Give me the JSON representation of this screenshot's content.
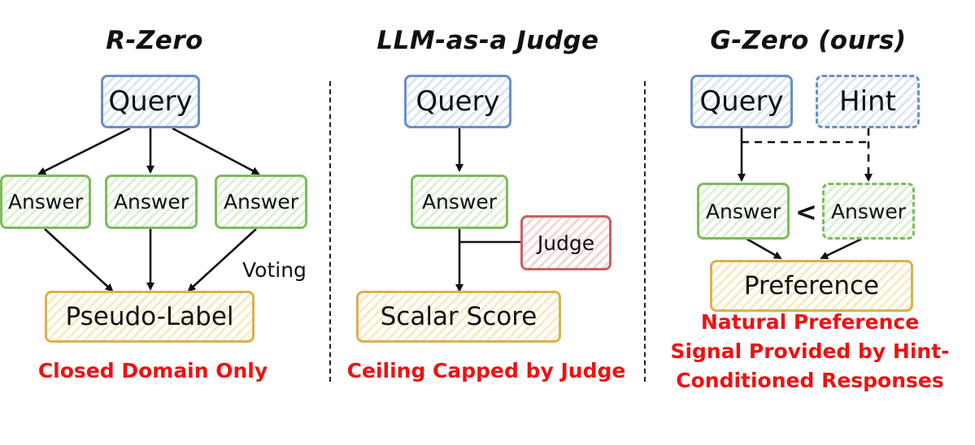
{
  "panels": {
    "r_zero": {
      "title": "R-Zero",
      "query": "Query",
      "answers": [
        "Answer",
        "Answer",
        "Answer"
      ],
      "voting": "Voting",
      "pseudo_label": "Pseudo-Label",
      "caption": "Closed Domain Only"
    },
    "judge": {
      "title": "LLM-as-a Judge",
      "query": "Query",
      "answer": "Answer",
      "judge": "Judge",
      "score": "Scalar Score",
      "caption": "Ceiling Capped by Judge"
    },
    "g_zero": {
      "title": "G-Zero (ours)",
      "query": "Query",
      "hint": "Hint",
      "answer_left": "Answer",
      "answer_right": "Answer",
      "compare": "<",
      "preference": "Preference",
      "caption_lines": [
        "Natural Preference",
        "Signal Provided by Hint-",
        "Conditioned Responses"
      ]
    }
  },
  "colors": {
    "query": "#6a8fc8",
    "answer": "#7dbb5f",
    "result": "#d9b24d",
    "judge": "#c96060",
    "caption": "#ee1111"
  }
}
